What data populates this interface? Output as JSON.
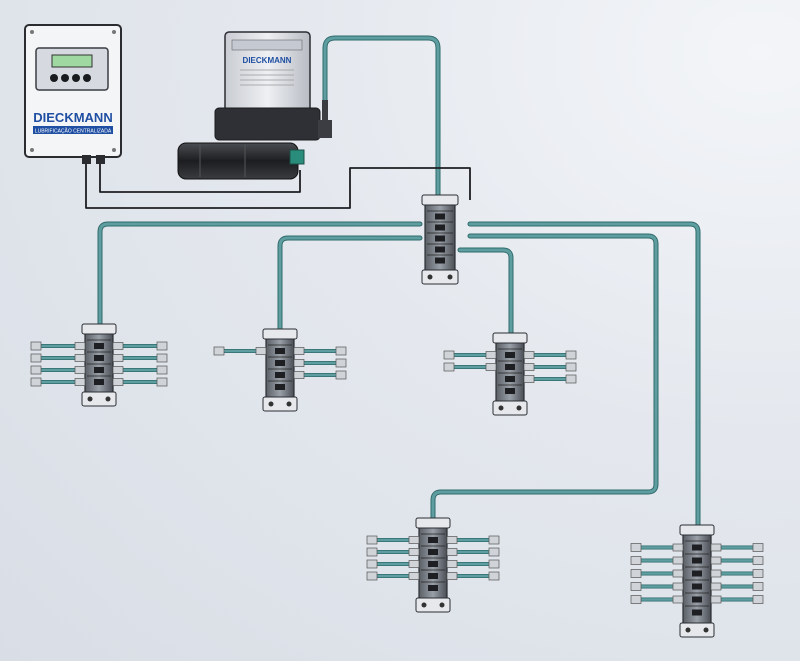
{
  "controller": {
    "brand": "DIECKMANN",
    "subtitle": "LUBRIFICAÇÃO CENTRALIZADA"
  },
  "pump": {
    "brand": "DIECKMANN"
  },
  "colors": {
    "tube": "#5f9ea0",
    "tube_dark": "#2f6a6c",
    "fitting": "#d0d4d8",
    "block": "#8a8f96",
    "block_dark": "#2b2e33",
    "cable": "#1e1f22",
    "controller_panel": "#d6dae0",
    "display": "#9fd8a0",
    "brand": "#1f4fa3"
  }
}
